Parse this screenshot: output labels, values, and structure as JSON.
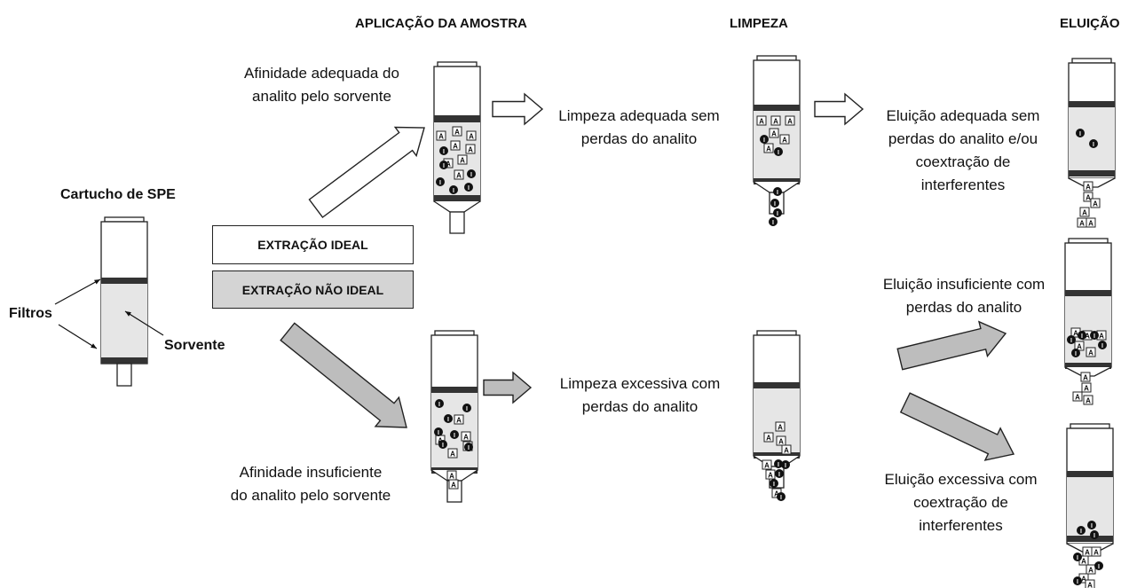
{
  "headers": {
    "application": "APLICAÇÃO DA AMOSTRA",
    "cleaning": "LIMPEZA",
    "elution": "ELUIÇÃO"
  },
  "cartridge": {
    "title": "Cartucho de SPE",
    "filters_label": "Filtros",
    "sorbent_label": "Sorvente"
  },
  "legend": {
    "ideal": "EXTRAÇÃO IDEAL",
    "non_ideal": "EXTRAÇÃO NÃO IDEAL"
  },
  "ideal_path": {
    "application_lines": [
      "Afinidade adequada do",
      "analito pelo sorvente"
    ],
    "cleaning_lines": [
      "Limpeza adequada sem",
      "perdas do analito"
    ],
    "elution_lines": [
      "Eluição adequada sem",
      "perdas do analito e/ou",
      "coextração de",
      "interferentes"
    ]
  },
  "non_ideal_path": {
    "application_lines": [
      "Afinidade insuficiente",
      "do analito pelo sorvente"
    ],
    "cleaning_lines": [
      "Limpeza excessiva com",
      "perdas do analito"
    ],
    "elution_insufficient_lines": [
      "Eluição insuficiente com",
      "perdas do analito"
    ],
    "elution_excessive_lines": [
      "Eluição excessiva com",
      "coextração de",
      "interferentes"
    ]
  },
  "symbols": {
    "analyte": "A",
    "interferent": "I"
  },
  "colors": {
    "sorbent_fill": "#e6e6e6",
    "filter": "#333333",
    "ideal_arrow_fill": "#ffffff",
    "non_ideal_arrow_fill": "#bdbdbd",
    "non_ideal_box_fill": "#d4d4d4",
    "interferent_fill": "#111111"
  }
}
